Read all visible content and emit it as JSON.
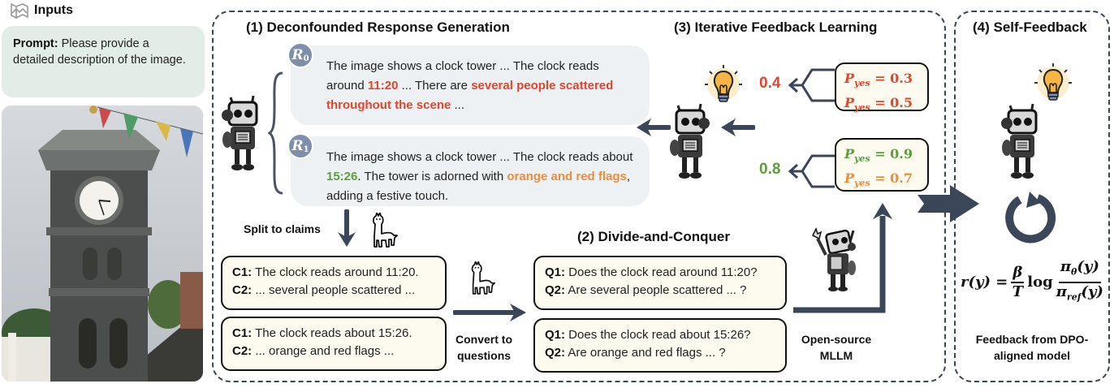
{
  "inputs": {
    "title": "Inputs",
    "prompt_label": "Prompt:",
    "prompt_text": "Please provide a detailed description of the image.",
    "image_alt": "clock tower photo with bunting flags"
  },
  "section1": {
    "title": "(1) Deconfounded Response Generation",
    "responses": [
      {
        "badge": "R",
        "badge_sub": "0",
        "part1": "The image shows a clock tower ... The clock reads around ",
        "time": "11:20",
        "part2": " ... There are ",
        "highlight": "several people scattered throughout the scene",
        "part3": " ..."
      },
      {
        "badge": "R",
        "badge_sub": "1",
        "part1": "The image shows a clock tower ... The clock reads about  ",
        "time": "15:26",
        "part2": ". The tower is adorned with ",
        "highlight": "orange and red flags",
        "part3": ", adding a festive touch."
      }
    ],
    "split_label": "Split to claims",
    "claims": [
      {
        "c1_label": "C1:",
        "c1": " The clock reads around 11:20.",
        "c2_label": "C2:",
        "c2": " ... several people scattered ..."
      },
      {
        "c1_label": "C1:",
        "c1": " The clock reads about 15:26.",
        "c2_label": "C2:",
        "c2": " ... orange and red flags ..."
      }
    ],
    "convert_label": "Convert to questions"
  },
  "section2": {
    "title": "(2) Divide-and-Conquer",
    "questions": [
      {
        "q1_label": "Q1:",
        "q1": " Does the clock read around 11:20?",
        "q2_label": "Q2:",
        "q2": " Are several people scattered ... ?"
      },
      {
        "q1_label": "Q1:",
        "q1": " Does the clock read about 15:26?",
        "q2_label": "Q2:",
        "q2": " Are orange and red flags ... ?"
      }
    ],
    "model_label": "Open-source MLLM"
  },
  "section3": {
    "title": "(3) Iterative Feedback Learning",
    "scores": [
      {
        "score": "0.4",
        "score_color": "#e2452c",
        "p1": "0.3",
        "p1_color": "#e2452c",
        "p2": "0.5",
        "p2_color": "#e2452c"
      },
      {
        "score": "0.8",
        "score_color": "#5c9e3f",
        "p1": "0.9",
        "p1_color": "#5c9e3f",
        "p2": "0.7",
        "p2_color": "#ec8d3c"
      }
    ],
    "p_symbol": "P",
    "p_sub": "yes",
    "equals": " = "
  },
  "section4": {
    "title": "(4) Self-Feedback",
    "formula": {
      "lhs": "r(y) = ",
      "beta": "β",
      "T": "T",
      "log": "log",
      "num": "π",
      "num_sub": "θ",
      "num_arg": "(y)",
      "den": "π",
      "den_sub": "ref",
      "den_arg": "(y)"
    },
    "caption": "Feedback from DPO-aligned model"
  },
  "colors": {
    "arrow": "#3b4758",
    "red": "#e2452c",
    "green": "#5c9e3f",
    "orange": "#ec8d3c",
    "response_bg": "#eef1f3",
    "card_bg": "#fdfbf0",
    "prompt_bg": "#e2ede8",
    "badge": "#7f8fab"
  }
}
